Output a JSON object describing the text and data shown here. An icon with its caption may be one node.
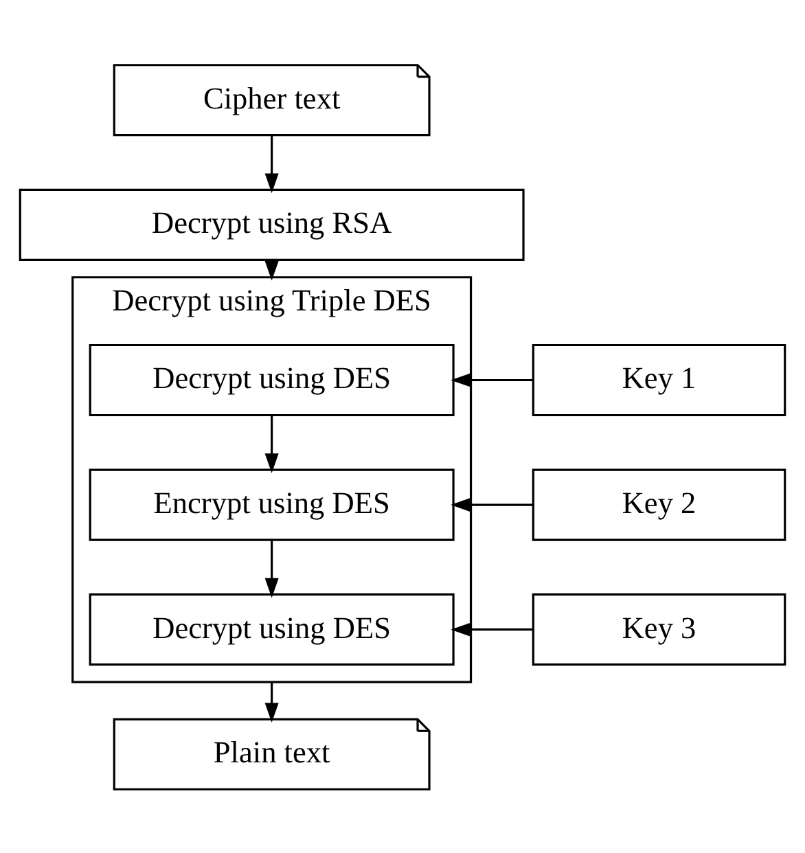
{
  "diagram": {
    "nodes": [
      {
        "text": [
          "Cipher text"
        ]
      },
      {
        "text": [
          "Decrypt using RSA"
        ]
      },
      {
        "text": [
          "Decrypt using Triple DES"
        ]
      },
      {
        "text": [
          "Key 1"
        ]
      },
      {
        "text": [
          "Decrypt using DES"
        ],
        "in": 2
      },
      {
        "text": [
          "Key 2"
        ]
      },
      {
        "text": [
          "Encrypt using DES"
        ],
        "in": 2
      },
      {
        "text": [
          "Key 3"
        ]
      },
      {
        "text": [
          "Decrypt using DES"
        ],
        "in": 2
      },
      {
        "text": [
          "Plain text"
        ]
      }
    ],
    "edges": [
      {
        "from": 0,
        "to": 1,
        "arrow": "to"
      },
      {
        "from": 1,
        "to": 2,
        "arrow": "to"
      },
      {
        "from": 3,
        "to": 4,
        "arrow": "to"
      },
      {
        "from": 4,
        "to": 6,
        "arrow": "to"
      },
      {
        "from": 5,
        "to": 6,
        "arrow": "to"
      },
      {
        "from": 6,
        "to": 8,
        "arrow": "to"
      },
      {
        "from": 7,
        "to": 8,
        "arrow": "to"
      },
      {
        "from": 2,
        "to": 9,
        "arrow": "to"
      }
    ]
  }
}
